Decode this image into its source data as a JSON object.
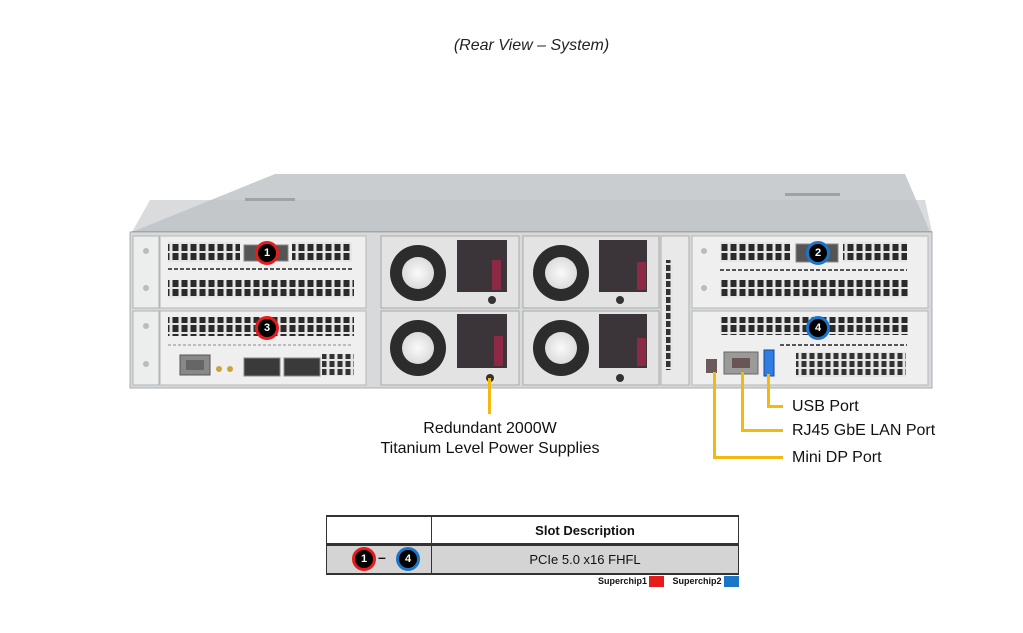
{
  "title": "(Rear View – System)",
  "slots": [
    {
      "number": "1",
      "superchip": "Superchip1",
      "color": "#e61c1c"
    },
    {
      "number": "2",
      "superchip": "Superchip2",
      "color": "#1c76c8"
    },
    {
      "number": "3",
      "superchip": "Superchip1",
      "color": "#e61c1c"
    },
    {
      "number": "4",
      "superchip": "Superchip2",
      "color": "#1c76c8"
    }
  ],
  "callouts": {
    "psu_line1": "Redundant 2000W",
    "psu_line2": "Titanium Level Power Supplies",
    "usb": "USB Port",
    "rj45": "RJ45 GbE LAN Port",
    "minidp": "Mini DP Port"
  },
  "table": {
    "header_blank": "",
    "header": "Slot Description",
    "range_start": "1",
    "range_sep": "–",
    "range_end": "4",
    "description": "PCIe 5.0 x16 FHFL"
  },
  "legend": [
    {
      "label": "Superchip1",
      "color": "#e61c1c"
    },
    {
      "label": "Superchip2",
      "color": "#1c76c8"
    }
  ],
  "colors": {
    "leader_line": "#f2b90f",
    "superchip1": "#e61c1c",
    "superchip2": "#1c76c8"
  }
}
